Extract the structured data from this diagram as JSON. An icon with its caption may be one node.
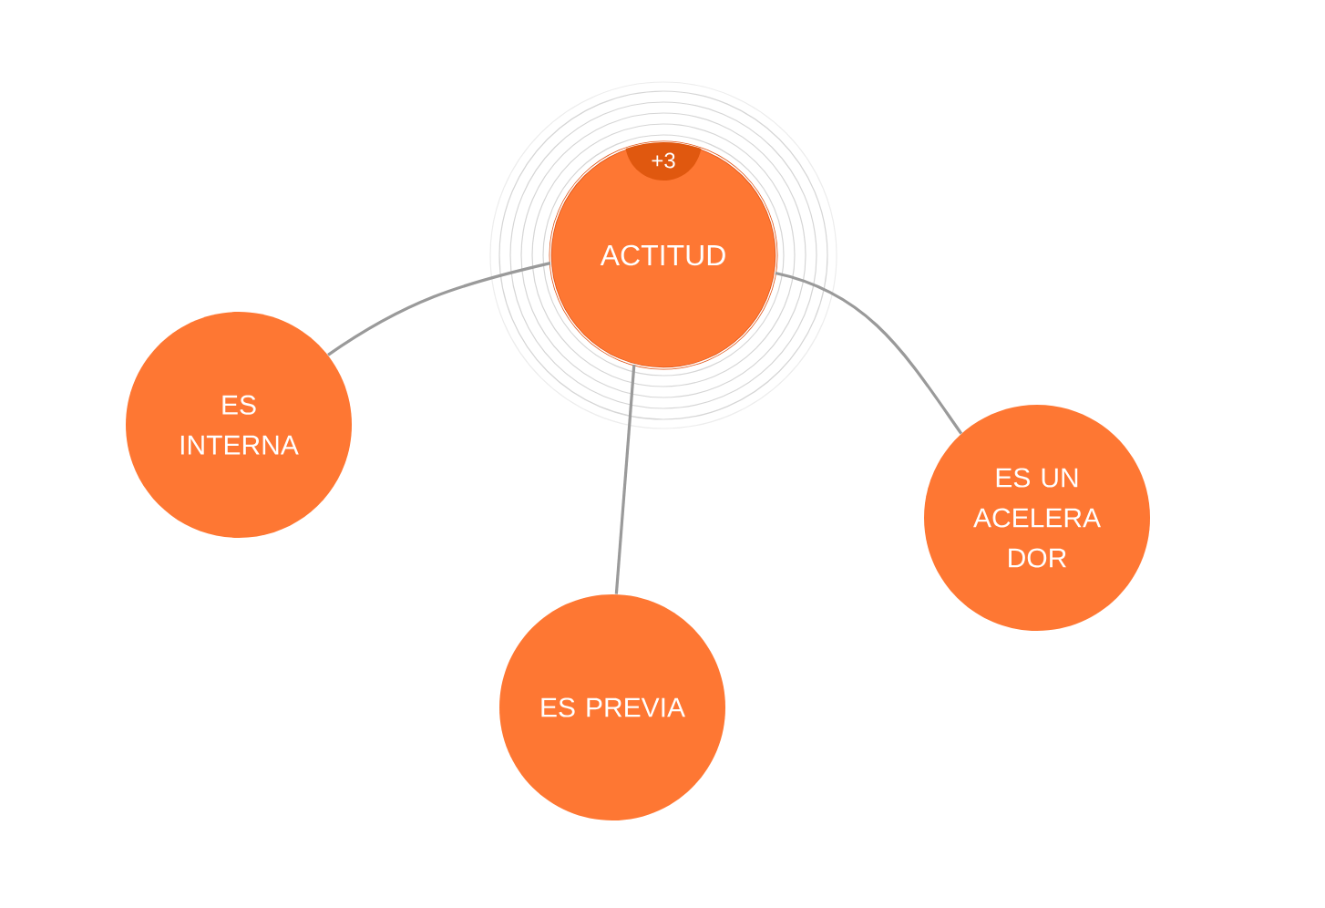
{
  "diagram": {
    "nodes": [
      {
        "text": [
          "ACTITUD"
        ]
      },
      {
        "text": [
          "+3"
        ],
        "in": 0
      },
      {
        "text": [
          "ES INTERNA"
        ]
      },
      {
        "text": [
          "ES UN ACELERA DOR"
        ]
      },
      {
        "text": [
          "ES PREVIA"
        ]
      }
    ],
    "edges": [
      {
        "from": 0,
        "to": 2,
        "arrow": "none"
      },
      {
        "from": 0,
        "to": 4,
        "arrow": "none"
      },
      {
        "from": 0,
        "to": 3,
        "arrow": "none"
      }
    ]
  }
}
